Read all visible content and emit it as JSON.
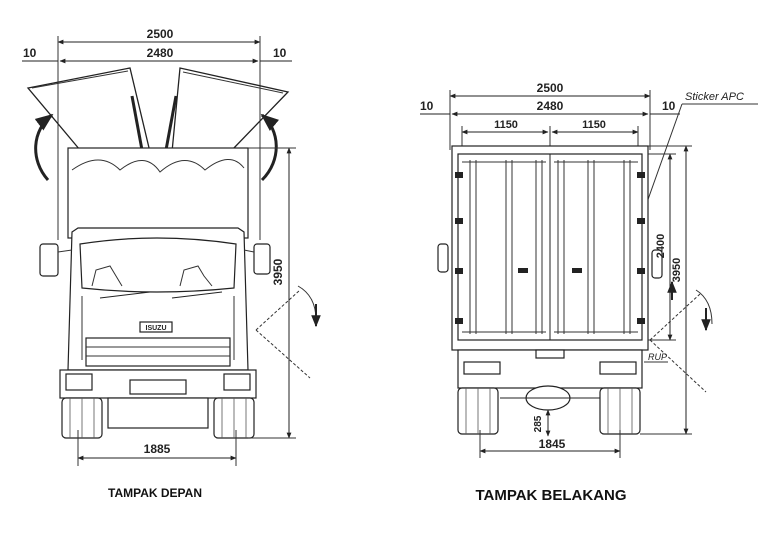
{
  "front": {
    "caption": "TAMPAK  DEPAN",
    "width_total": "2500",
    "width_inner": "2480",
    "side_left": "10",
    "side_right": "10",
    "height": "3950",
    "track": "1885",
    "brand_badge": "ISUZU"
  },
  "rear": {
    "caption": "TAMPAK BELAKANG",
    "width_total": "2500",
    "width_inner": "2480",
    "side_left": "10",
    "side_right": "10",
    "door_left": "1150",
    "door_right": "1150",
    "box_height": "2400",
    "height": "3950",
    "track": "1845",
    "ground_clearance": "285",
    "sticker_label": "Sticker APC",
    "rup_label": "RUP"
  },
  "colors": {
    "line": "#222222",
    "background": "#ffffff"
  }
}
